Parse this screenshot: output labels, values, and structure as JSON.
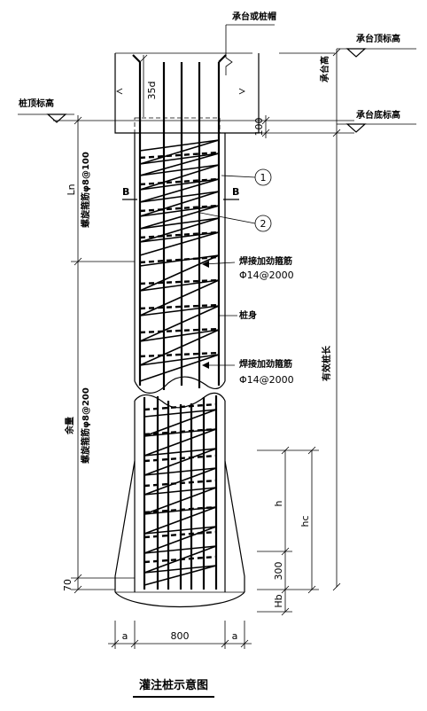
{
  "labels": {
    "cap_or_beam": "承台或桩帽",
    "cap_top_elev": "承台顶标高",
    "cap_height": "承台高",
    "pile_top_elev": "桩顶标高",
    "cap_bottom_elev": "承台底标高",
    "anchor_35d": "35d",
    "dim_100": "100",
    "dim_ln": "Ln",
    "spiral_upper": "螺旋箍筋φ8@100",
    "section_b_left": "B",
    "section_b_right": "B",
    "marker_1": "1",
    "marker_2": "2",
    "weld_ring_1": "焊接加劲箍筋",
    "weld_ring_1_spec": "Φ14@2000",
    "pile_body": "桩身",
    "weld_ring_2": "焊接加劲箍筋",
    "weld_ring_2_spec": "Φ14@2000",
    "effective_length": "有效桩长",
    "remainder": "余量",
    "spiral_lower": "螺旋箍筋φ8@200",
    "dim_h": "h",
    "dim_hc": "hc",
    "dim_300": "300",
    "dim_70": "70",
    "dim_hb": "Hb",
    "dim_a_left": "a",
    "dim_800": "800",
    "dim_a_right": "a",
    "title": "灌注桩示意图"
  }
}
